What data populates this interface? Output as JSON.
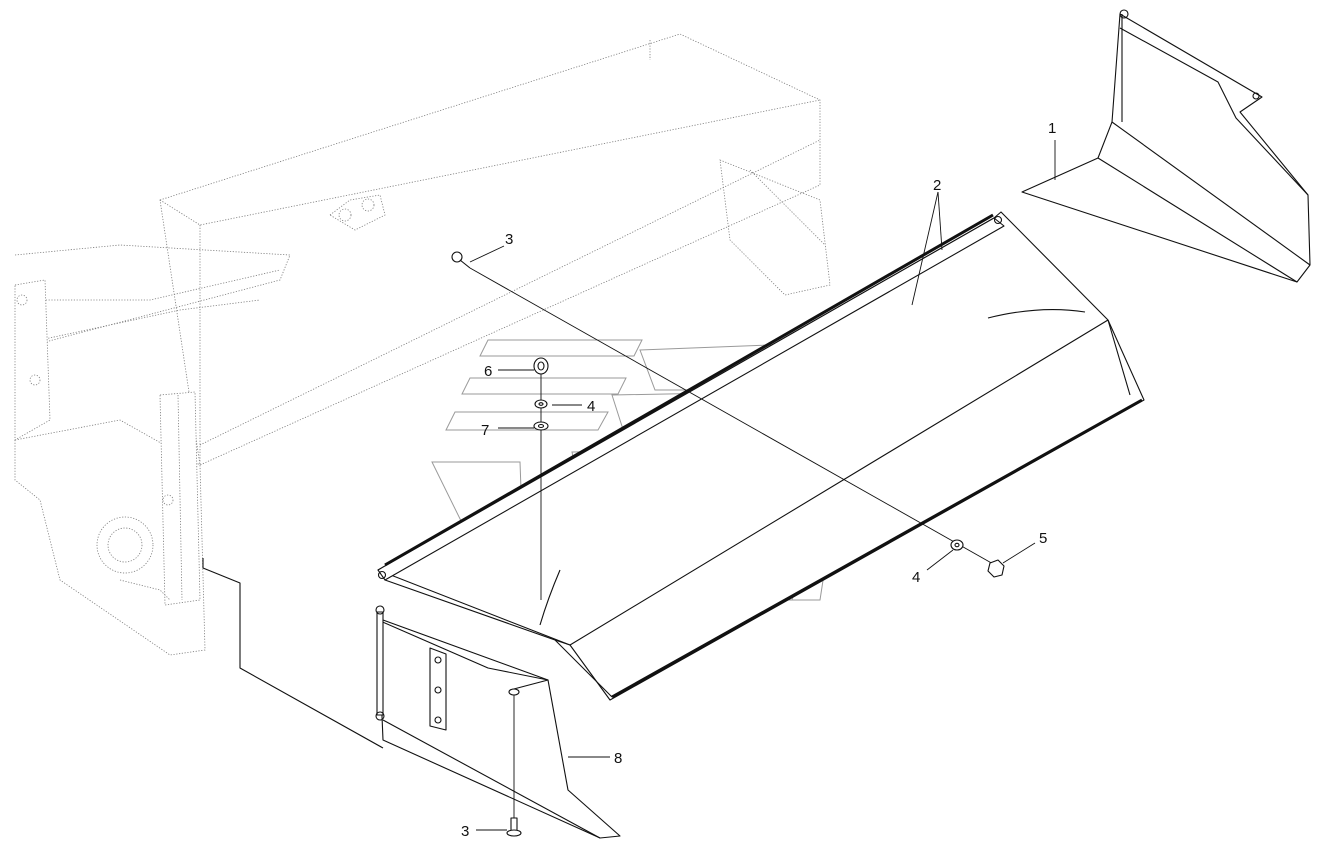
{
  "diagram": {
    "callouts": [
      {
        "id": "c1",
        "label": "1"
      },
      {
        "id": "c2",
        "label": "2"
      },
      {
        "id": "c3a",
        "label": "3"
      },
      {
        "id": "c3b",
        "label": "3"
      },
      {
        "id": "c4a",
        "label": "4"
      },
      {
        "id": "c4b",
        "label": "4"
      },
      {
        "id": "c5",
        "label": "5"
      },
      {
        "id": "c6",
        "label": "6"
      },
      {
        "id": "c7",
        "label": "7"
      },
      {
        "id": "c8",
        "label": "8"
      }
    ]
  }
}
